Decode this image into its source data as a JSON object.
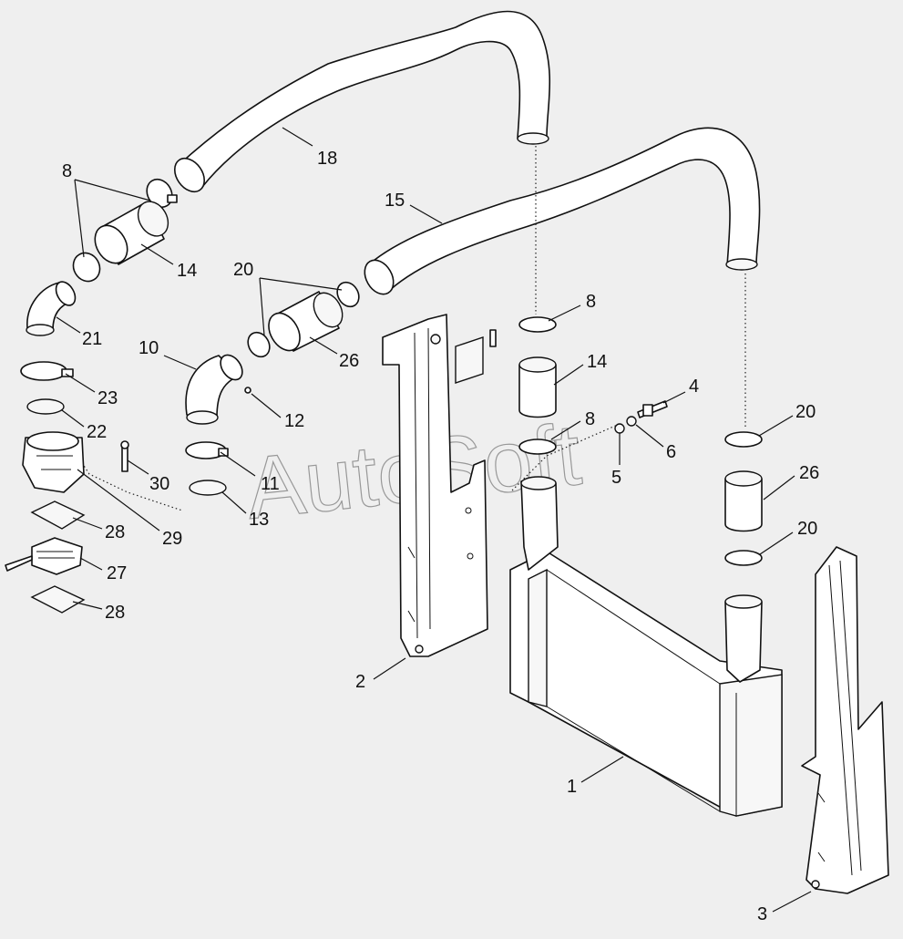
{
  "diagram": {
    "watermark": "AutoSoft",
    "callouts": [
      {
        "id": "c18",
        "text": "18"
      },
      {
        "id": "c8a",
        "text": "8"
      },
      {
        "id": "c14a",
        "text": "14"
      },
      {
        "id": "c15",
        "text": "15"
      },
      {
        "id": "c20a",
        "text": "20"
      },
      {
        "id": "c26a",
        "text": "26"
      },
      {
        "id": "c21",
        "text": "21"
      },
      {
        "id": "c10",
        "text": "10"
      },
      {
        "id": "c12",
        "text": "12"
      },
      {
        "id": "c23",
        "text": "23"
      },
      {
        "id": "c22",
        "text": "22"
      },
      {
        "id": "c11",
        "text": "11"
      },
      {
        "id": "c30",
        "text": "30"
      },
      {
        "id": "c13",
        "text": "13"
      },
      {
        "id": "c29",
        "text": "29"
      },
      {
        "id": "c28a",
        "text": "28"
      },
      {
        "id": "c27",
        "text": "27"
      },
      {
        "id": "c28b",
        "text": "28"
      },
      {
        "id": "c8b",
        "text": "8"
      },
      {
        "id": "c14b",
        "text": "14"
      },
      {
        "id": "c4",
        "text": "4"
      },
      {
        "id": "c8c",
        "text": "8"
      },
      {
        "id": "c6",
        "text": "6"
      },
      {
        "id": "c5",
        "text": "5"
      },
      {
        "id": "c20b",
        "text": "20"
      },
      {
        "id": "c26b",
        "text": "26"
      },
      {
        "id": "c20c",
        "text": "20"
      },
      {
        "id": "c2",
        "text": "2"
      },
      {
        "id": "c1",
        "text": "1"
      },
      {
        "id": "c3",
        "text": "3"
      }
    ]
  }
}
